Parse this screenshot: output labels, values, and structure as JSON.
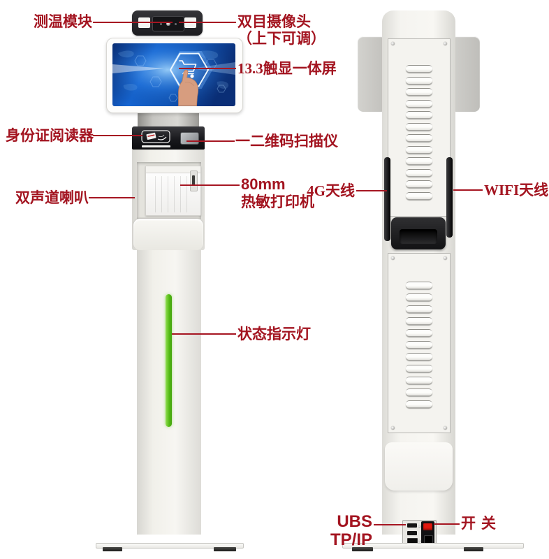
{
  "callouts": {
    "temp_module": {
      "label": "测温模块"
    },
    "camera": {
      "label_line1": "双目摄像头",
      "label_line2": "（上下可调）"
    },
    "screen": {
      "label": "13.3触显一体屏"
    },
    "id_reader": {
      "label": "身份证阅读器"
    },
    "qr_scanner": {
      "label": "一二维码扫描仪"
    },
    "speaker": {
      "label": "双声道喇叭"
    },
    "printer": {
      "label_line1": "80mm",
      "label_line2": "热敏打印机"
    },
    "status_light": {
      "label": "状态指示灯"
    },
    "antenna_4g": {
      "label": "4G天线"
    },
    "antenna_wifi": {
      "label": "WIFI天线"
    },
    "io_ports": {
      "label_line1": "UBS",
      "label_line2": "TP/IP"
    },
    "power_switch": {
      "label": "开关"
    }
  },
  "colors": {
    "label_red": "#a31420",
    "line_red": "#a61622",
    "body_cream": "#f2f1eb",
    "panel_dark": "#1d1d21",
    "status_green": "#5ec21e",
    "switch_red": "#e2170e",
    "back_gray": "#c8c7c3",
    "screen_blue": "#1460c6"
  }
}
